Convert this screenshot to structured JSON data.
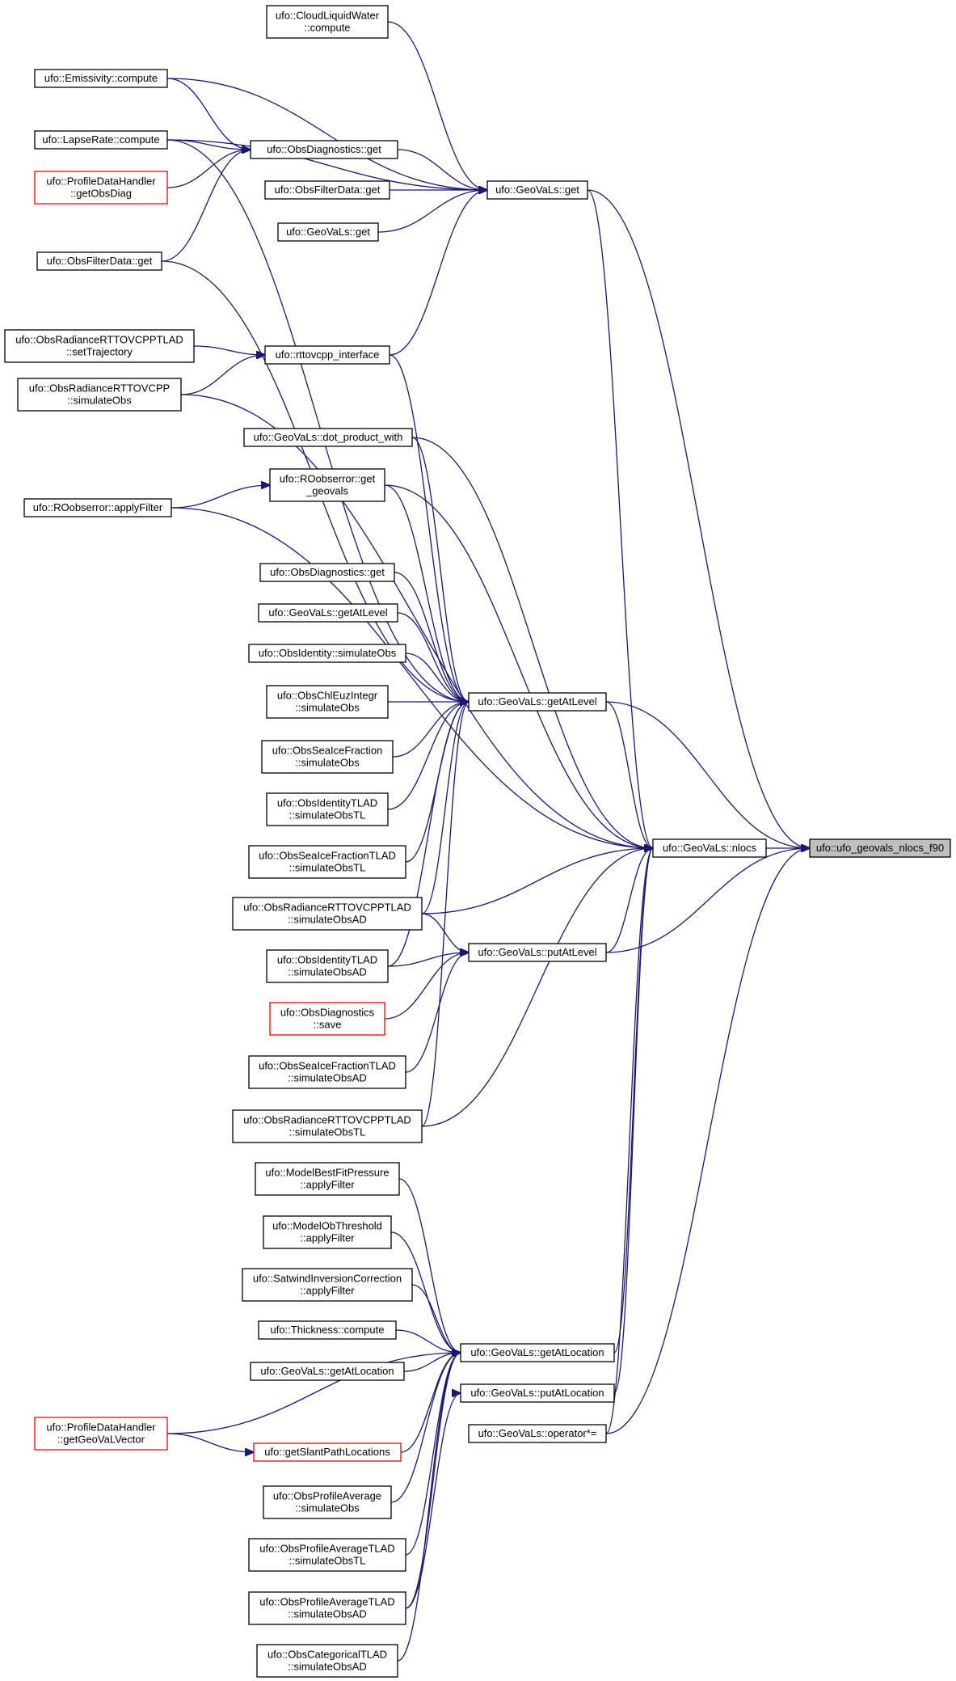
{
  "graph": {
    "nodes": {
      "root": {
        "lines": [
          "ufo::ufo_geovals_nlocs_f90"
        ],
        "root": true
      },
      "nlocs": {
        "lines": [
          "ufo::GeoVaLs::nlocs"
        ]
      },
      "gv_get": {
        "lines": [
          "ufo::GeoVaLs::get"
        ]
      },
      "getAtLevel": {
        "lines": [
          "ufo::GeoVaLs::getAtLevel"
        ]
      },
      "putAtLevel": {
        "lines": [
          "ufo::GeoVaLs::putAtLevel"
        ]
      },
      "getAtLocation": {
        "lines": [
          "ufo::GeoVaLs::getAtLocation"
        ]
      },
      "putAtLocation": {
        "lines": [
          "ufo::GeoVaLs::putAtLocation"
        ]
      },
      "opmul": {
        "lines": [
          "ufo::GeoVaLs::operator*="
        ]
      },
      "cloudliquid": {
        "lines": [
          "ufo::CloudLiquidWater",
          "::compute"
        ]
      },
      "emissivity": {
        "lines": [
          "ufo::Emissivity::compute"
        ]
      },
      "lapserate": {
        "lines": [
          "ufo::LapseRate::compute"
        ]
      },
      "obsdiag_get": {
        "lines": [
          "ufo::ObsDiagnostics::get"
        ]
      },
      "profile_getobsdiag": {
        "lines": [
          "ufo::ProfileDataHandler",
          "::getObsDiag"
        ],
        "red": true
      },
      "obsfilterdata_get1": {
        "lines": [
          "ufo::ObsFilterData::get"
        ]
      },
      "gv_get2": {
        "lines": [
          "ufo::GeoVaLs::get"
        ]
      },
      "obsfilterdata_get2": {
        "lines": [
          "ufo::ObsFilterData::get"
        ]
      },
      "settrajectory": {
        "lines": [
          "ufo::ObsRadianceRTTOVCPPTLAD",
          "::setTrajectory"
        ]
      },
      "rttovcpp_iface": {
        "lines": [
          "ufo::rttovcpp_interface"
        ]
      },
      "rttovcpp_simobs": {
        "lines": [
          "ufo::ObsRadianceRTTOVCPP",
          "::simulateObs"
        ]
      },
      "dotproduct": {
        "lines": [
          "ufo::GeoVaLs::dot_product_with"
        ]
      },
      "roobs_get": {
        "lines": [
          "ufo::ROobserror::get",
          "_geovals"
        ]
      },
      "roobs_apply": {
        "lines": [
          "ufo::ROobserror::applyFilter"
        ]
      },
      "obsdiag_get2": {
        "lines": [
          "ufo::ObsDiagnostics::get"
        ]
      },
      "gv_getatlevel2": {
        "lines": [
          "ufo::GeoVaLs::getAtLevel"
        ]
      },
      "obsidentity_sim": {
        "lines": [
          "ufo::ObsIdentity::simulateObs"
        ]
      },
      "chleuz": {
        "lines": [
          "ufo::ObsChlEuzIntegr",
          "::simulateObs"
        ]
      },
      "seaice_sim": {
        "lines": [
          "ufo::ObsSeaIceFraction",
          "::simulateObs"
        ]
      },
      "identitytlad_tl": {
        "lines": [
          "ufo::ObsIdentityTLAD",
          "::simulateObsTL"
        ]
      },
      "seaicetlad_tl": {
        "lines": [
          "ufo::ObsSeaIceFractionTLAD",
          "::simulateObsTL"
        ]
      },
      "rttovtlad_ad": {
        "lines": [
          "ufo::ObsRadianceRTTOVCPPTLAD",
          "::simulateObsAD"
        ]
      },
      "identitytlad_ad": {
        "lines": [
          "ufo::ObsIdentityTLAD",
          "::simulateObsAD"
        ]
      },
      "obsdiag_save": {
        "lines": [
          "ufo::ObsDiagnostics",
          "::save"
        ],
        "red": true
      },
      "seaicetlad_ad": {
        "lines": [
          "ufo::ObsSeaIceFractionTLAD",
          "::simulateObsAD"
        ]
      },
      "rttovtlad_tl": {
        "lines": [
          "ufo::ObsRadianceRTTOVCPPTLAD",
          "::simulateObsTL"
        ]
      },
      "modelbestfit": {
        "lines": [
          "ufo::ModelBestFitPressure",
          "::applyFilter"
        ]
      },
      "modelobthresh": {
        "lines": [
          "ufo::ModelObThreshold",
          "::applyFilter"
        ]
      },
      "satwind": {
        "lines": [
          "ufo::SatwindInversionCorrection",
          "::applyFilter"
        ]
      },
      "thickness": {
        "lines": [
          "ufo::Thickness::compute"
        ]
      },
      "gv_getatloc2": {
        "lines": [
          "ufo::GeoVaLs::getAtLocation"
        ]
      },
      "profile_getgeoval": {
        "lines": [
          "ufo::ProfileDataHandler",
          "::getGeoVaLVector"
        ],
        "red": true
      },
      "slantpath": {
        "lines": [
          "ufo::getSlantPathLocations"
        ],
        "red": true
      },
      "profavg_sim": {
        "lines": [
          "ufo::ObsProfileAverage",
          "::simulateObs"
        ]
      },
      "profavgtlad_tl": {
        "lines": [
          "ufo::ObsProfileAverageTLAD",
          "::simulateObsTL"
        ]
      },
      "profavgtlad_ad": {
        "lines": [
          "ufo::ObsProfileAverageTLAD",
          "::simulateObsAD"
        ]
      },
      "categorical": {
        "lines": [
          "ufo::ObsCategoricalTLAD",
          "::simulateObsAD"
        ]
      }
    },
    "edges": [
      [
        "nlocs",
        "root"
      ],
      [
        "gv_get",
        "root"
      ],
      [
        "getAtLevel",
        "root"
      ],
      [
        "putAtLevel",
        "root"
      ],
      [
        "opmul",
        "root"
      ],
      [
        "gv_get",
        "nlocs"
      ],
      [
        "getAtLevel",
        "nlocs"
      ],
      [
        "putAtLevel",
        "nlocs"
      ],
      [
        "getAtLocation",
        "nlocs"
      ],
      [
        "putAtLocation",
        "nlocs"
      ],
      [
        "opmul",
        "nlocs"
      ],
      [
        "rttovcpp_simobs",
        "nlocs"
      ],
      [
        "dotproduct",
        "nlocs"
      ],
      [
        "roobs_get",
        "nlocs"
      ],
      [
        "roobs_apply",
        "nlocs"
      ],
      [
        "rttovtlad_ad",
        "nlocs"
      ],
      [
        "rttovtlad_tl",
        "nlocs"
      ],
      [
        "cloudliquid",
        "gv_get"
      ],
      [
        "emissivity",
        "gv_get"
      ],
      [
        "lapserate",
        "gv_get"
      ],
      [
        "obsdiag_get",
        "gv_get"
      ],
      [
        "obsfilterdata_get1",
        "gv_get"
      ],
      [
        "gv_get2",
        "gv_get"
      ],
      [
        "rttovcpp_iface",
        "gv_get"
      ],
      [
        "emissivity",
        "obsdiag_get"
      ],
      [
        "lapserate",
        "obsdiag_get"
      ],
      [
        "profile_getobsdiag",
        "obsdiag_get"
      ],
      [
        "obsfilterdata_get2",
        "obsdiag_get"
      ],
      [
        "settrajectory",
        "rttovcpp_iface"
      ],
      [
        "rttovcpp_simobs",
        "rttovcpp_iface"
      ],
      [
        "roobs_apply",
        "roobs_get"
      ],
      [
        "lapserate",
        "getAtLevel"
      ],
      [
        "obsfilterdata_get2",
        "getAtLevel"
      ],
      [
        "rttovcpp_iface",
        "getAtLevel"
      ],
      [
        "dotproduct",
        "getAtLevel"
      ],
      [
        "roobs_get",
        "getAtLevel"
      ],
      [
        "obsdiag_get2",
        "getAtLevel"
      ],
      [
        "gv_getatlevel2",
        "getAtLevel"
      ],
      [
        "obsidentity_sim",
        "getAtLevel"
      ],
      [
        "chleuz",
        "getAtLevel"
      ],
      [
        "seaice_sim",
        "getAtLevel"
      ],
      [
        "identitytlad_tl",
        "getAtLevel"
      ],
      [
        "seaicetlad_tl",
        "getAtLevel"
      ],
      [
        "rttovtlad_ad",
        "getAtLevel"
      ],
      [
        "identitytlad_ad",
        "getAtLevel"
      ],
      [
        "rttovtlad_tl",
        "getAtLevel"
      ],
      [
        "rttovtlad_ad",
        "putAtLevel"
      ],
      [
        "identitytlad_ad",
        "putAtLevel"
      ],
      [
        "obsdiag_save",
        "putAtLevel"
      ],
      [
        "seaicetlad_ad",
        "putAtLevel"
      ],
      [
        "modelbestfit",
        "getAtLocation"
      ],
      [
        "modelobthresh",
        "getAtLocation"
      ],
      [
        "satwind",
        "getAtLocation"
      ],
      [
        "thickness",
        "getAtLocation"
      ],
      [
        "gv_getatloc2",
        "getAtLocation"
      ],
      [
        "profile_getgeoval",
        "getAtLocation"
      ],
      [
        "slantpath",
        "getAtLocation"
      ],
      [
        "profavg_sim",
        "getAtLocation"
      ],
      [
        "profavgtlad_tl",
        "getAtLocation"
      ],
      [
        "profavgtlad_ad",
        "getAtLocation"
      ],
      [
        "categorical",
        "getAtLocation"
      ],
      [
        "profile_getgeoval",
        "slantpath"
      ],
      [
        "profavgtlad_ad",
        "putAtLocation"
      ]
    ]
  }
}
